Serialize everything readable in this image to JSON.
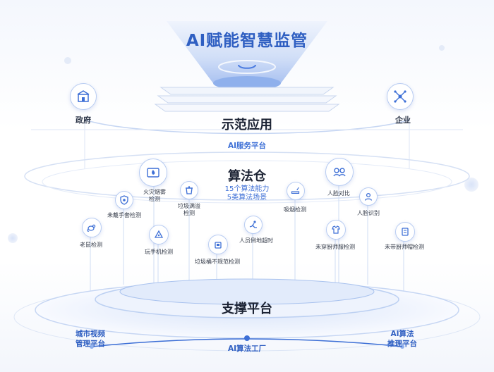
{
  "title": "AI赋能智慧监管",
  "top": {
    "government": "政府",
    "application": "示范应用",
    "enterprise": "企业",
    "service_platform": "AI服务平台"
  },
  "warehouse": {
    "title": "算法仓",
    "sub_line1": "15个算法能力",
    "sub_line2": "5类算法场景"
  },
  "algorithms": {
    "fire": "火灾烟雾检测",
    "glove": "未戴手套检测",
    "trash_overflow": "垃圾满溢检测",
    "rat": "老鼠检测",
    "phone": "玩手机检测",
    "trash_lid": "垃圾桶不规范检测",
    "fall": "人员倒地超时",
    "smoke": "吸烟检测",
    "face_compare": "人脸对比",
    "face_recog": "人脸识别",
    "chef_clothes": "未穿厨师服检测",
    "chef_hat": "未带厨师帽检测"
  },
  "base": {
    "support": "支撑平台",
    "video_line1": "城市视频",
    "video_line2": "管理平台",
    "factory": "AI算法工厂",
    "inference_line1": "AI算法",
    "inference_line2": "推理平台"
  },
  "icons": {
    "government": "government-building-icon",
    "enterprise": "enterprise-network-icon",
    "fire": "fire-smoke-icon",
    "glove": "glove-shield-icon",
    "trash_overflow": "trash-overflow-icon",
    "rat": "rat-icon",
    "phone": "phone-play-icon",
    "trash_lid": "trash-can-icon",
    "fall": "person-fall-icon",
    "smoke": "smoking-icon",
    "face_compare": "face-compare-icon",
    "face_recog": "face-recognition-icon",
    "chef_clothes": "chef-clothes-icon",
    "chef_hat": "chef-hat-icon"
  },
  "colors": {
    "accent": "#3d6fd6",
    "title": "#2f5fc2",
    "line": "#c6d6f3"
  }
}
